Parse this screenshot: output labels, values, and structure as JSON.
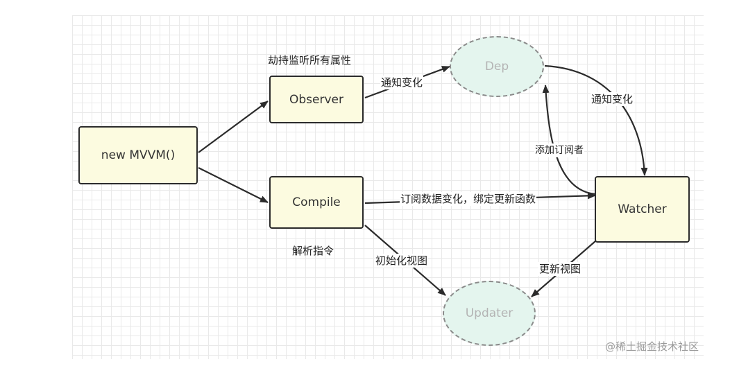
{
  "nodes": {
    "new_mvvm": "new MVVM()",
    "observer": "Observer",
    "compile": "Compile",
    "dep": "Dep",
    "watcher": "Watcher",
    "updater": "Updater"
  },
  "labels": {
    "observer_caption": "劫持监听所有属性",
    "compile_caption": "解析指令",
    "observer_to_dep": "通知变化",
    "dep_to_watcher": "通知变化",
    "watcher_to_dep": "添加订阅者",
    "compile_to_watcher": "订阅数据变化，绑定更新函数",
    "compile_to_updater": "初始化视图",
    "watcher_to_updater": "更新视图"
  },
  "watermark": "@稀土掘金技术社区",
  "colors": {
    "box_fill": "#fcfbe0",
    "ellipse_fill": "#e4f5ee",
    "stroke": "#2b2b2b"
  }
}
